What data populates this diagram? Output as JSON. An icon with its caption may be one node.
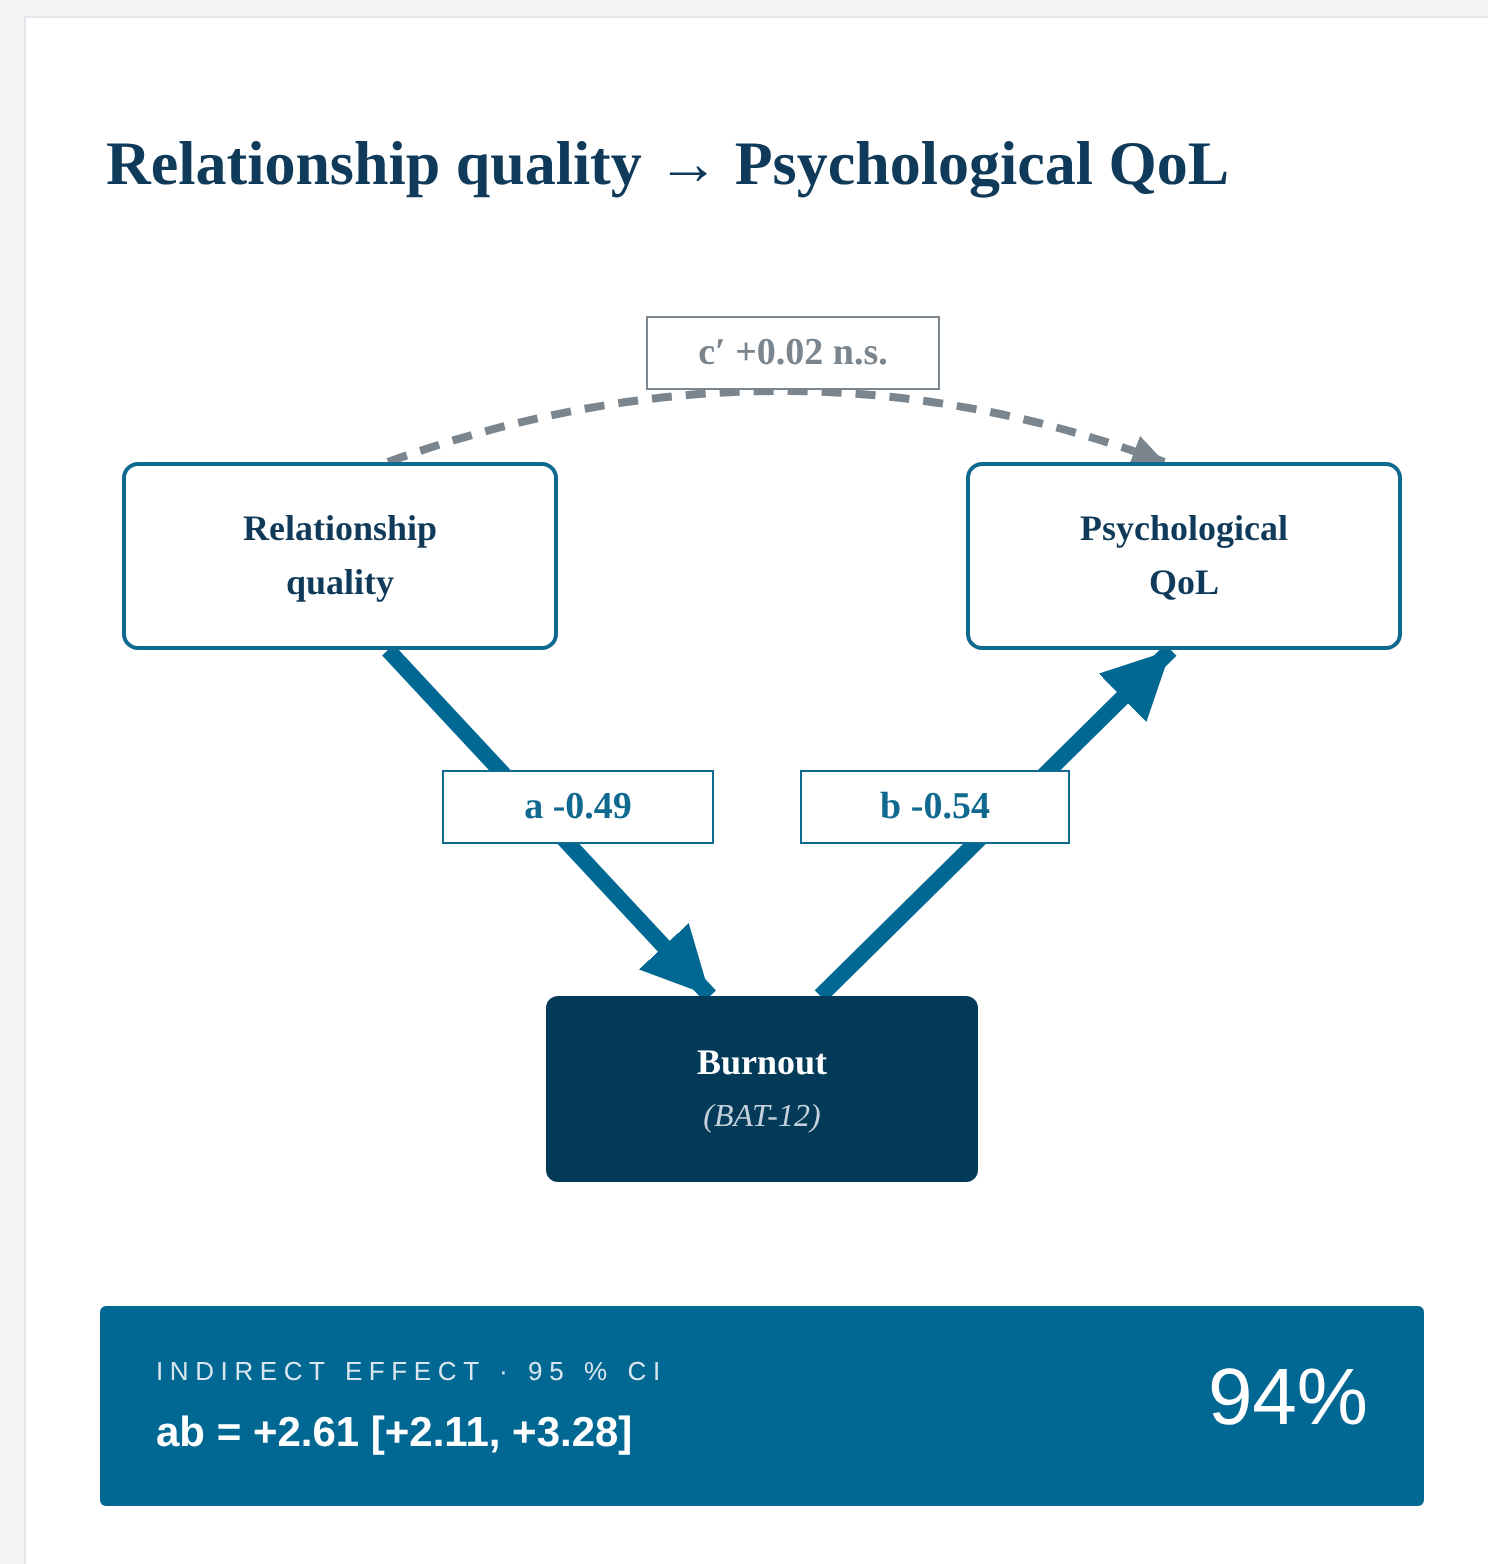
{
  "diagram": {
    "title": "Relationship quality → Psychological QoL",
    "nodes": [
      {
        "text": [
          "Relationship quality"
        ]
      },
      {
        "text": [
          "Psychological QoL"
        ]
      },
      {
        "text": [
          "Burnout",
          "(BAT-12)"
        ]
      },
      {
        "text": [
          "INDIRECT EFFECT · 95 % CI",
          "ab = +2.61 [+2.11, +3.28]",
          "94%"
        ]
      }
    ],
    "edges": [
      {
        "from": 0,
        "to": 1,
        "arrow": "to",
        "label": "c′ +0.02 n.s.",
        "style": "dashed",
        "color": "#7a858e"
      },
      {
        "from": 0,
        "to": 2,
        "arrow": "to",
        "label": "a -0.49"
      },
      {
        "from": 2,
        "to": 1,
        "arrow": "to",
        "label": "b -0.54"
      }
    ]
  }
}
